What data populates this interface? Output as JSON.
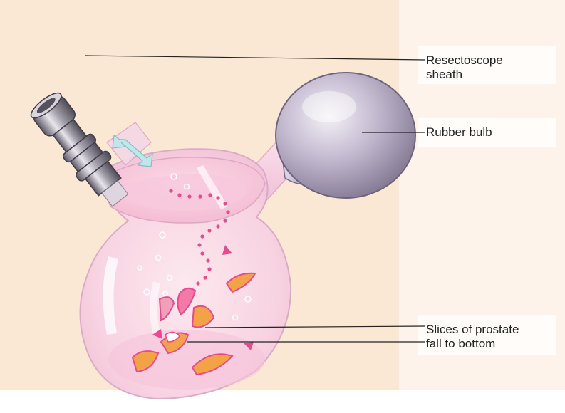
{
  "labels": {
    "sheath": {
      "line1": "Resectoscope",
      "line2": "sheath"
    },
    "bulb": {
      "line1": "Rubber bulb"
    },
    "slices": {
      "line1": "Slices of prostate",
      "line2": "fall to bottom"
    }
  },
  "colors": {
    "background_peach": "#fbe8d4",
    "label_panel": "#fdf3ea",
    "flask_pink": "#f7cfe2",
    "bulb_lavender": "#b9aec6",
    "sheath_gray": "#8d8a95",
    "tissue_magenta": "#e64a8f",
    "tissue_orange": "#f2a347",
    "arrow_cyan": "#bfe7ea"
  },
  "icons": [
    "resectoscope-sheath",
    "rubber-bulb",
    "glass-evacuator-flask",
    "prostate-slices",
    "flow-dots",
    "bubbles",
    "double-arrow"
  ]
}
